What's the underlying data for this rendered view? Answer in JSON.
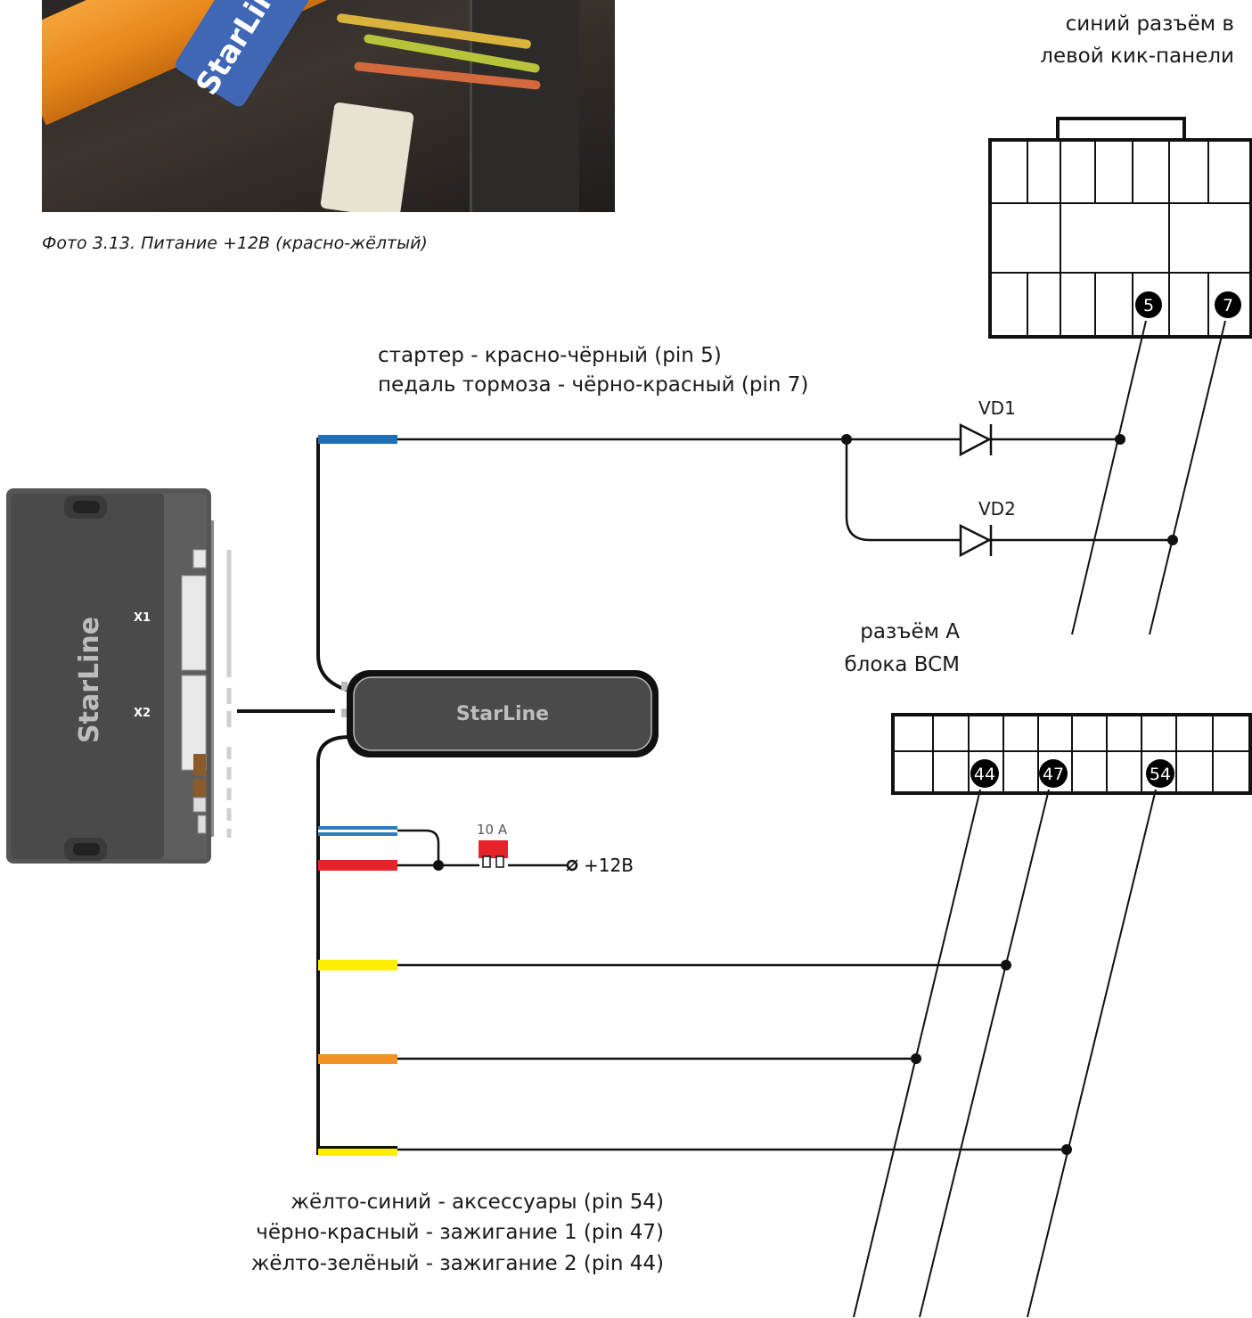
{
  "photo": {
    "caption": "Фото 3.13. Питание +12В (красно-жёлтый)",
    "badge_text": "StarLine"
  },
  "kick_panel_connector": {
    "title_line1": "синий разъём в",
    "title_line2": "левой кик-панели",
    "pins": [
      "5",
      "7"
    ]
  },
  "bcm_connector": {
    "title_line1": "разъём А",
    "title_line2": "блока BCM",
    "pins": [
      "44",
      "47",
      "54"
    ]
  },
  "top_wires_label": {
    "line1": "стартер - красно-чёрный (pin 5)",
    "line2": "педаль тормоза - чёрно-красный (pin 7)"
  },
  "diodes": [
    "VD1",
    "VD2"
  ],
  "fuse": {
    "rating": "10 A"
  },
  "power": {
    "label": "+12В"
  },
  "main_unit": {
    "brand": "StarLine",
    "x1": "X1",
    "x2": "X2"
  },
  "module": {
    "brand": "StarLine"
  },
  "bottom_wires_label": {
    "line1": "жёлто-синий - аксессуары (pin 54)",
    "line2": "чёрно-красный - зажигание 1 (pin 47)",
    "line3": "жёлто-зелёный - зажигание 2 (pin 44)"
  },
  "colors": {
    "blue_wire": "#1f6fb7",
    "blue_white_wire": "#2a7dc4",
    "red_wire": "#e6232b",
    "yellow_wire": "#ffee00",
    "orange_wire": "#f29222",
    "line": "#111111",
    "pin_fill": "#000000"
  }
}
